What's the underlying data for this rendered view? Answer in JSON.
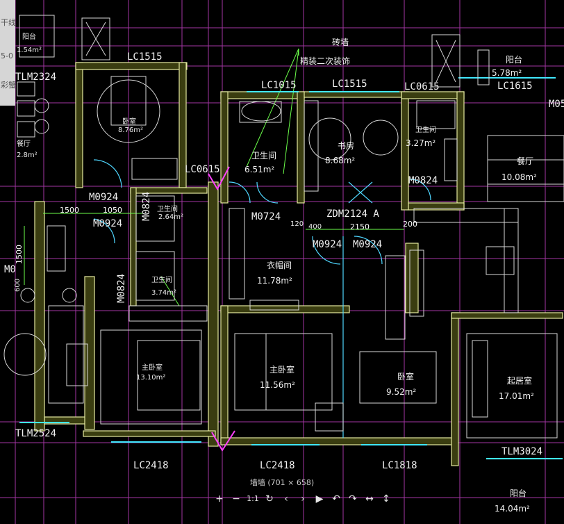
{
  "viewer": {
    "caption": "墙墙 (701 × 658)",
    "toolbar": [
      {
        "label": "+",
        "icon": "zoom-in-icon"
      },
      {
        "label": "−",
        "icon": "zoom-out-icon"
      },
      {
        "label": "1:1",
        "icon": "actual-size-icon"
      },
      {
        "label": "↻",
        "icon": "reset-icon"
      },
      {
        "label": "‹",
        "icon": "prev-icon"
      },
      {
        "label": "›",
        "icon": "next-icon"
      },
      {
        "label": "▶",
        "icon": "play-icon"
      },
      {
        "label": "↶",
        "icon": "rotate-left-icon"
      },
      {
        "label": "↷",
        "icon": "rotate-right-icon"
      },
      {
        "label": "↔",
        "icon": "flip-horizontal-icon"
      },
      {
        "label": "↕",
        "icon": "flip-vertical-icon"
      }
    ]
  },
  "left_panel": {
    "fragments": [
      "干线",
      "5-0",
      "彩蟹"
    ]
  },
  "colors": {
    "wall": "#e4e9a0",
    "grid": "#c040c0",
    "window": "#40e8ff",
    "annotation_green": "#6bff4a",
    "furniture": "#d8d8d8",
    "door": "#4fd7ff",
    "highlight": "#ff40ff"
  },
  "plan": {
    "notes": {
      "line1": "砖墙",
      "line2": "精装二次装饰"
    },
    "rooms": [
      {
        "name": "阳台",
        "area": "1.54m²"
      },
      {
        "name": "餐厅",
        "area": "2.8m²"
      },
      {
        "name": "卧室",
        "area": "8.76m²"
      },
      {
        "name": "卫生间",
        "area": "6.51m²"
      },
      {
        "name": "书房",
        "area": "8.68m²"
      },
      {
        "name": "卫生间",
        "area": "3.27m²"
      },
      {
        "name": "阳台",
        "area": "5.78m²"
      },
      {
        "name": "餐厅",
        "area": "10.08m²"
      },
      {
        "name": "卫生间",
        "area": "2.64m²"
      },
      {
        "name": "卫生间",
        "area": "3.74m²"
      },
      {
        "name": "衣帽间",
        "area": "11.78m²"
      },
      {
        "name": "主卧室",
        "area": "13.10m²"
      },
      {
        "name": "主卧室",
        "area": "11.56m²"
      },
      {
        "name": "卧室",
        "area": "9.52m²"
      },
      {
        "name": "起居室",
        "area": "17.01m²"
      },
      {
        "name": "阳台",
        "area": "14.04m²"
      }
    ],
    "codes": {
      "lc1515_a": "LC1515",
      "lc1515_b": "LC1515",
      "lc1015": "LC1015",
      "lc0615_a": "LC0615",
      "lc0615_b": "LC0615",
      "lc1615": "LC1615",
      "tlm2324": "TLM2324",
      "m0924_a": "M0924",
      "m0924_b": "M0924",
      "m0924_c": "M0924",
      "m0924_d": "M0924",
      "m0824_a": "M0824",
      "m0824_b": "M0824",
      "m0824_c": "M0824",
      "m0724": "M0724",
      "zdm": "ZDM2124 A",
      "tlm2524": "TLM2524",
      "lc2418_a": "LC2418",
      "lc2418_b": "LC2418",
      "lc1818": "LC1818",
      "tlm3024": "TLM3024",
      "m05": "M05",
      "m0": "M0"
    },
    "dims": {
      "d1500": "1500",
      "d1050": "1050",
      "d120": "120",
      "d400": "400",
      "d2150": "2150",
      "d200": "200",
      "d1500v": "1500",
      "d600": "600"
    }
  }
}
